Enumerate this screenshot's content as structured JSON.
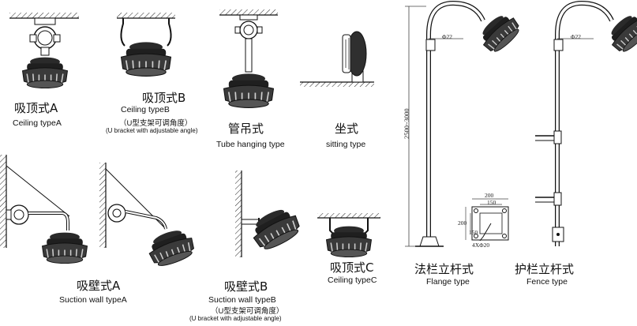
{
  "mount_types": {
    "ceiling_a": {
      "cn": "吸顶式A",
      "en": "Ceiling typeA"
    },
    "ceiling_b": {
      "cn": "吸顶式B",
      "en": "Ceiling typeB",
      "note_cn": "（U型支架可调角度）",
      "note_en": "(U bracket with adjustable angle)"
    },
    "tube": {
      "cn": "管吊式",
      "en": "Tube hanging type"
    },
    "sitting": {
      "cn": "坐式",
      "en": "sitting type"
    },
    "suction_a": {
      "cn": "吸壁式A",
      "en": "Suction wall typeA"
    },
    "suction_b": {
      "cn": "吸壁式B",
      "en": "Suction wall typeB",
      "note_cn": "（U型支架可调角度）",
      "note_en": "(U bracket with adjustable angle)"
    },
    "ceiling_c": {
      "cn": "吸顶式C",
      "en": "Ceiling typeC"
    },
    "flange": {
      "cn": "法栏立杆式",
      "en": "Flange type"
    },
    "fence": {
      "cn": "护栏立杆式",
      "en": "Fence type"
    }
  },
  "dimensions": {
    "pole_height": "2500~3000",
    "pipe_dia_1": "Φ22",
    "pipe_dia_2": "Φ22",
    "plate_w_outer": "200",
    "plate_w_inner": "150",
    "plate_h_outer": "200",
    "plate_h_inner": "150",
    "bolt": "4XΦ20"
  }
}
